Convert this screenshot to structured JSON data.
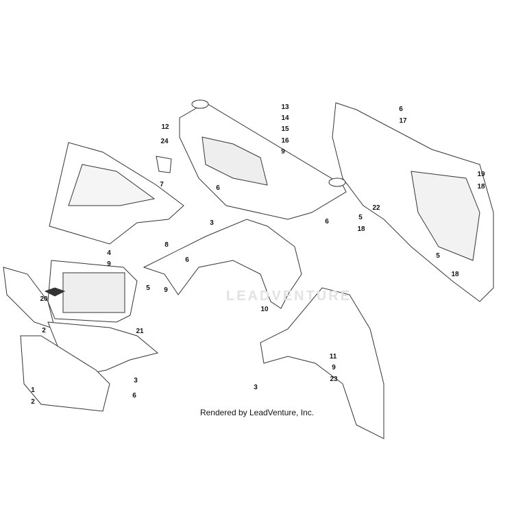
{
  "watermark": "LEADVENTURE",
  "caption": "Rendered by LeadVenture, Inc.",
  "callouts": [
    "13",
    "14",
    "15",
    "16",
    "9",
    "12",
    "24",
    "7",
    "6",
    "6",
    "6",
    "17",
    "19",
    "18",
    "5",
    "22",
    "18",
    "5",
    "18",
    "3",
    "8",
    "4",
    "9",
    "5",
    "6",
    "9",
    "10",
    "20",
    "21",
    "2",
    "3",
    "1",
    "2",
    "6",
    "11",
    "9",
    "23",
    "3"
  ]
}
